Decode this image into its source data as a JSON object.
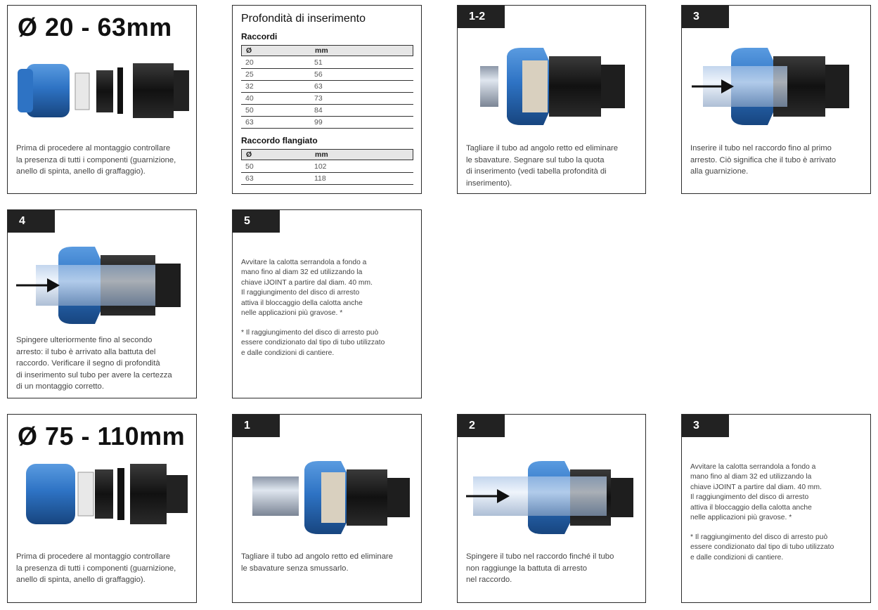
{
  "set1": {
    "title": "Ø 20 - 63mm",
    "intro": "Prima di procedere al montaggio controllare\nla presenza di tutti i componenti (guarnizione,\nanello di spinta, anello di graffaggio).",
    "table": {
      "title": "Profondità di inserimento",
      "raccordi_label": "Raccordi",
      "header": [
        "Ø",
        "mm"
      ],
      "raccordi_rows": [
        [
          "20",
          "51"
        ],
        [
          "25",
          "56"
        ],
        [
          "32",
          "63"
        ],
        [
          "40",
          "73"
        ],
        [
          "50",
          "84"
        ],
        [
          "63",
          "99"
        ]
      ],
      "flangiato_label": "Raccordo flangiato",
      "flangiato_rows": [
        [
          "50",
          "102"
        ],
        [
          "63",
          "118"
        ]
      ]
    },
    "steps": [
      {
        "tab": "1-2",
        "text": "Tagliare il tubo ad angolo retto ed eliminare\nle sbavature. Segnare sul tubo la quota\ndi inserimento (vedi tabella profondità di\ninserimento)."
      },
      {
        "tab": "3",
        "text": "Inserire il tubo nel raccordo fino al primo\narresto. Ciò significa che il tubo è arrivato\nalla guarnizione."
      },
      {
        "tab": "4",
        "text": "Spingere ulteriormente fino al secondo\narresto: il tubo è arrivato alla battuta del\nraccordo. Verificare il segno di profondità\ndi inserimento sul tubo per avere la certezza\ndi un montaggio corretto."
      },
      {
        "tab": "5",
        "text": "Avvitare la calotta serrandola a fondo a\nmano fino al diam 32 ed utilizzando la\nchiave iJOINT a partire dal diam. 40 mm.\nIl raggiungimento del disco di arresto\nattiva il bloccaggio della calotta anche\nnelle applicazioni più gravose. *",
        "note": "* Il raggiungimento del disco di arresto può\nessere condizionato dal tipo di tubo utilizzato\ne dalle condizioni di cantiere."
      }
    ]
  },
  "set2": {
    "title": "Ø 75 - 110mm",
    "intro": "Prima di procedere al montaggio controllare\nla presenza di tutti i componenti (guarnizione,\nanello di spinta, anello di graffaggio).",
    "steps": [
      {
        "tab": "1",
        "text": "Tagliare il tubo ad angolo retto ed eliminare\nle sbavature senza smussarlo."
      },
      {
        "tab": "2",
        "text": "Spingere il tubo nel raccordo finché il tubo\nnon raggiunge la battuta di arresto\n nel raccordo."
      },
      {
        "tab": "3",
        "text": "Avvitare la calotta serrandola a fondo a\nmano fino al diam 32 ed utilizzando la\nchiave iJOINT a partire dal diam. 40 mm.\nIl raggiungimento del disco di arresto\nattiva il bloccaggio della calotta anche\nnelle applicazioni più gravose. *",
        "note": "* Il raggiungimento del disco di arresto può\nessere condizionato dal tipo di tubo utilizzato\ne dalle condizioni di cantiere."
      }
    ]
  },
  "colors": {
    "cap_blue": "#2e73c4",
    "cap_dark": "#1c4f91",
    "body_black": "#1a1a1a",
    "tab_bg": "#222222"
  }
}
